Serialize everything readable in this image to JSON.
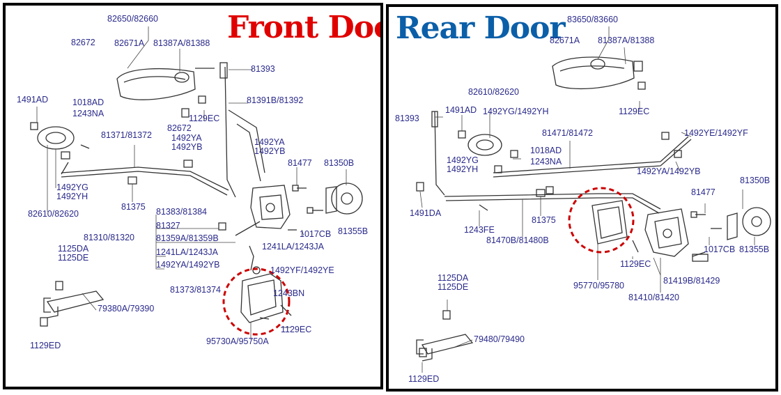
{
  "front": {
    "title": "Front Door",
    "labels": {
      "l01": "82650/82660",
      "l02": "82672",
      "l03": "82671A",
      "l04": "81387A/81388",
      "l05": "81393",
      "l06": "81391B/81392",
      "l07": "1491AD",
      "l08": "1018AD",
      "l09": "1243NA",
      "l10": "1129EC",
      "l11": "82672",
      "l12": "81371/81372",
      "l13": "1492YA",
      "l14": "1492YB",
      "l15": "1492YA",
      "l16": "1492YB",
      "l17": "81477",
      "l18": "81350B",
      "l19": "1492YG",
      "l20": "1492YH",
      "l21": "82610/82620",
      "l22": "81375",
      "l23": "81383/81384",
      "l24": "81327",
      "l25": "81310/81320",
      "l26": "81359A/81359B",
      "l27": "1017CB",
      "l28": "81355B",
      "l29": "1241LA/1243JA",
      "l30": "1241LA/1243JA",
      "l31": "1492YA/1492YB",
      "l32": "1125DA",
      "l33": "1125DE",
      "l34": "1492YF/1492YE",
      "l35": "81373/81374",
      "l36": "1243BN",
      "l37": "79380A/79390",
      "l38": "1129EC",
      "l39": "1129ED",
      "l40": "95730A/95750A"
    }
  },
  "rear": {
    "title": "Rear Door",
    "labels": {
      "r01": "83650/83660",
      "r02": "82671A",
      "r03": "81387A/81388",
      "r04": "82610/82620",
      "r05": "81393",
      "r06": "1491AD",
      "r07": "1492YG/1492YH",
      "r08": "1129EC",
      "r09": "81471/81472",
      "r10": "1492YE/1492YF",
      "r11": "1018AD",
      "r12": "1243NA",
      "r13": "1492YG",
      "r14": "1492YH",
      "r15": "1492YA/1492YB",
      "r16": "81350B",
      "r17": "81477",
      "r18": "1491DA",
      "r19": "1243FE",
      "r20": "81375",
      "r21": "81470B/81480B",
      "r22": "1017CB",
      "r23": "81355B",
      "r24": "1129EC",
      "r25": "95770/95780",
      "r26": "81419B/81429",
      "r27": "81410/81420",
      "r28": "1125DA",
      "r29": "1125DE",
      "r30": "79480/79490",
      "r31": "1129ED"
    }
  },
  "colors": {
    "front_title": "#e00000",
    "rear_title": "#0b5fa8",
    "label_text": "#2a2a8c",
    "highlight_circle": "#cc0000",
    "border": "#000000"
  }
}
